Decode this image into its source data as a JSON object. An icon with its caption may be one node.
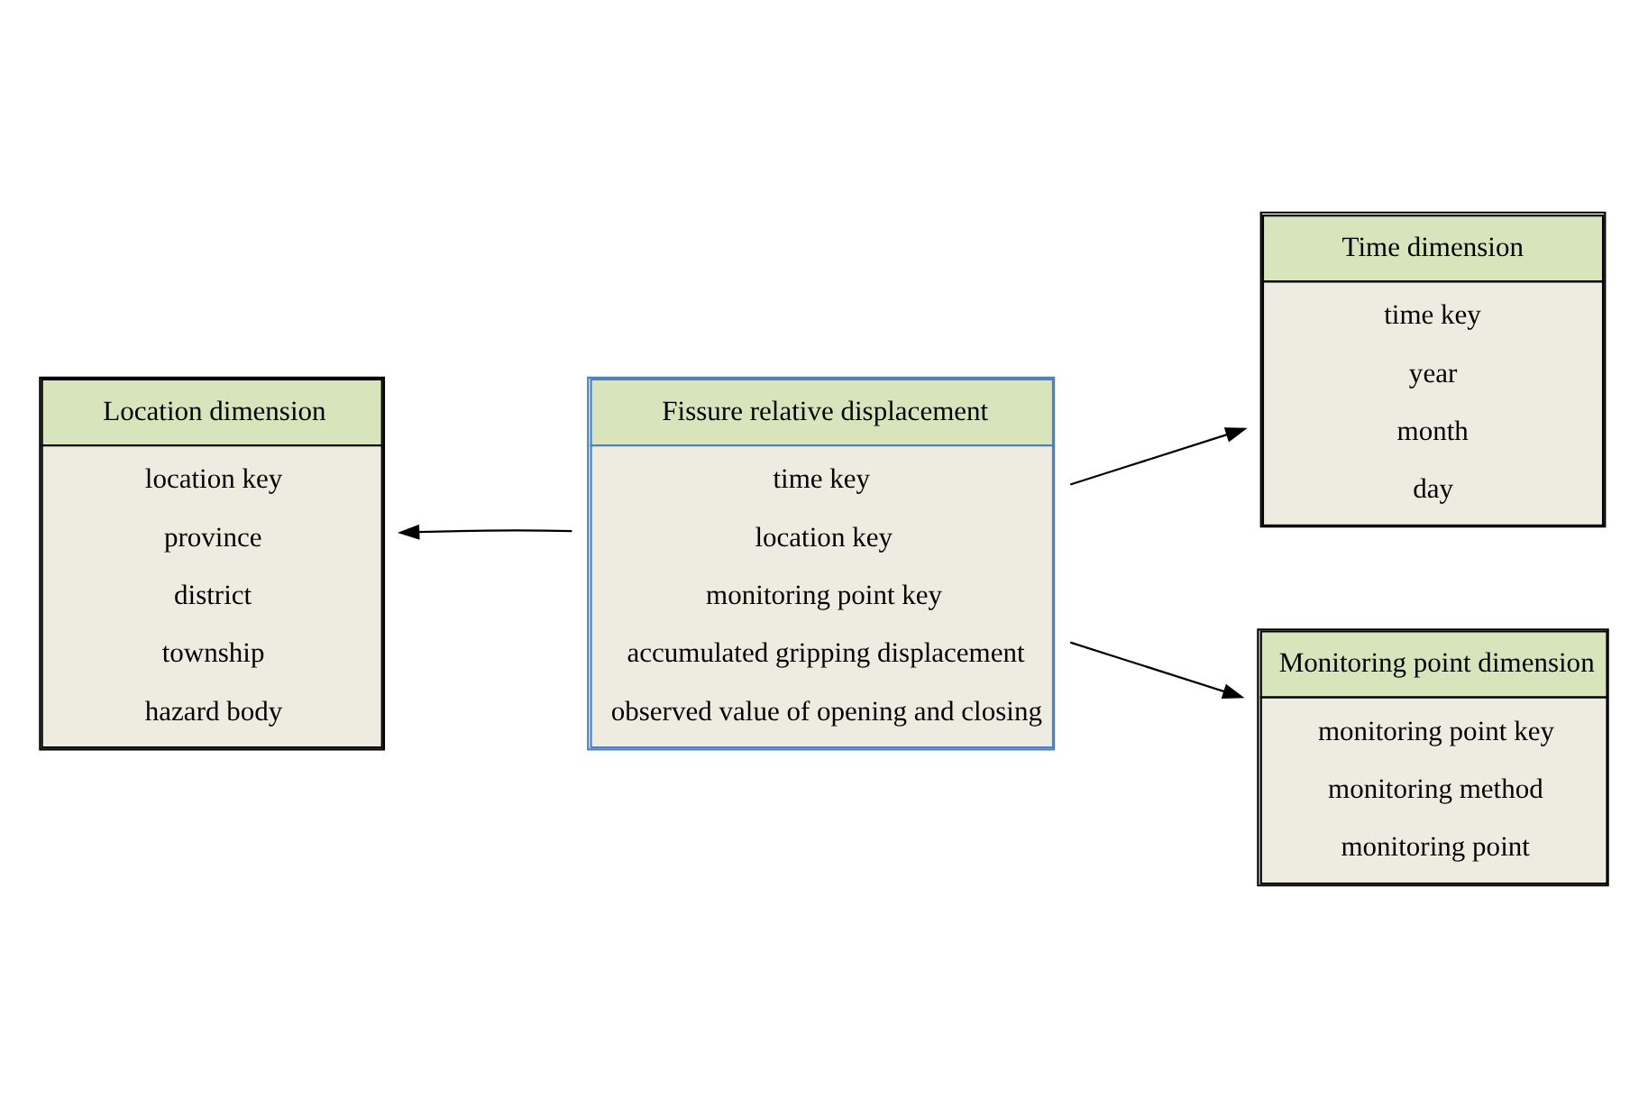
{
  "diagram": {
    "nodes": [
      {
        "text": [
          "Location dimension",
          "location key",
          "province",
          "district",
          "township",
          "hazard body"
        ]
      },
      {
        "text": [
          "Fissure relative displacement",
          "time key",
          "location key",
          "monitoring point key",
          "accumulated gripping displacement",
          "observed value of opening and closing"
        ]
      },
      {
        "text": [
          "Time dimension",
          "time key",
          "year",
          "month",
          "day"
        ]
      },
      {
        "text": [
          "Monitoring point dimension",
          "monitoring point key",
          "monitoring method",
          "monitoring point"
        ]
      }
    ],
    "edges": [
      {
        "from": 1,
        "to": 0,
        "arrow": "to"
      },
      {
        "from": 1,
        "to": 2,
        "arrow": "to"
      },
      {
        "from": 1,
        "to": 3,
        "arrow": "to"
      }
    ]
  }
}
